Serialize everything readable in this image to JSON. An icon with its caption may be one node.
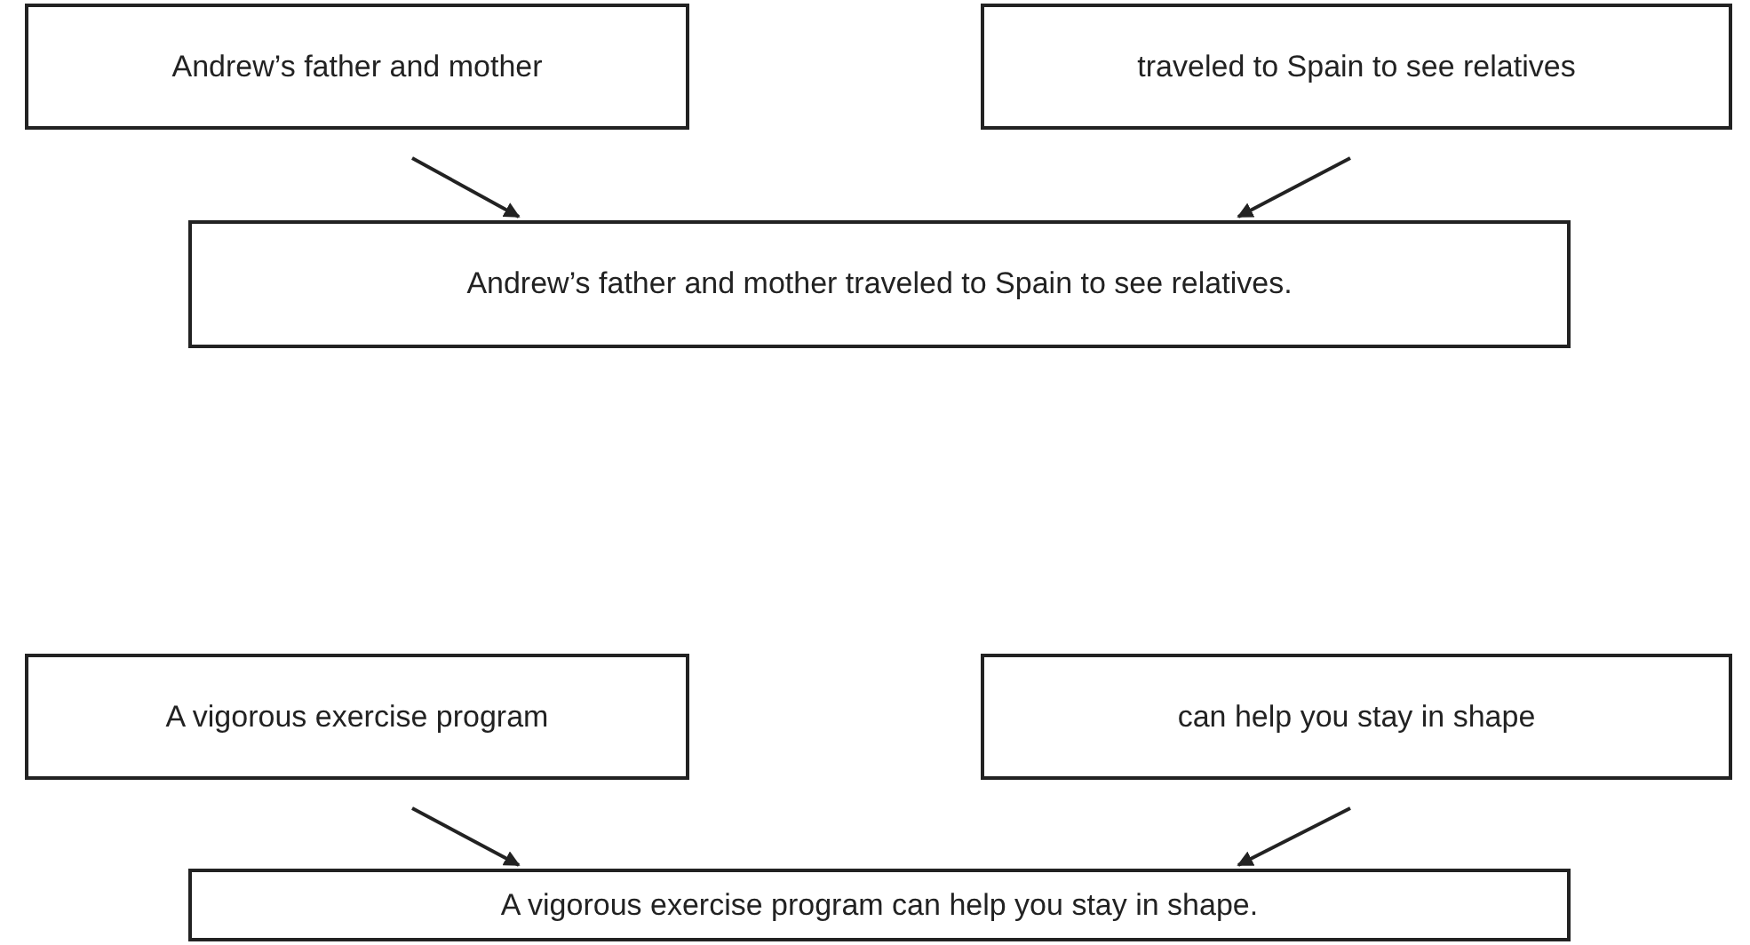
{
  "diagram": {
    "nodes": [
      {
        "text": [
          "Andrew’s father and mother"
        ]
      },
      {
        "text": [
          "traveled to Spain to see relatives"
        ]
      },
      {
        "text": [
          "Andrew’s father and mother traveled to Spain to see relatives."
        ]
      },
      {
        "text": [
          "A vigorous exercise program"
        ]
      },
      {
        "text": [
          "can help you stay in shape"
        ]
      },
      {
        "text": [
          "A vigorous exercise program can help you stay in shape."
        ]
      }
    ],
    "edges": [
      {
        "from": 0,
        "to": 2,
        "arrow": "to"
      },
      {
        "from": 1,
        "to": 2,
        "arrow": "to"
      },
      {
        "from": 3,
        "to": 5,
        "arrow": "to"
      },
      {
        "from": 4,
        "to": 5,
        "arrow": "to"
      }
    ]
  }
}
